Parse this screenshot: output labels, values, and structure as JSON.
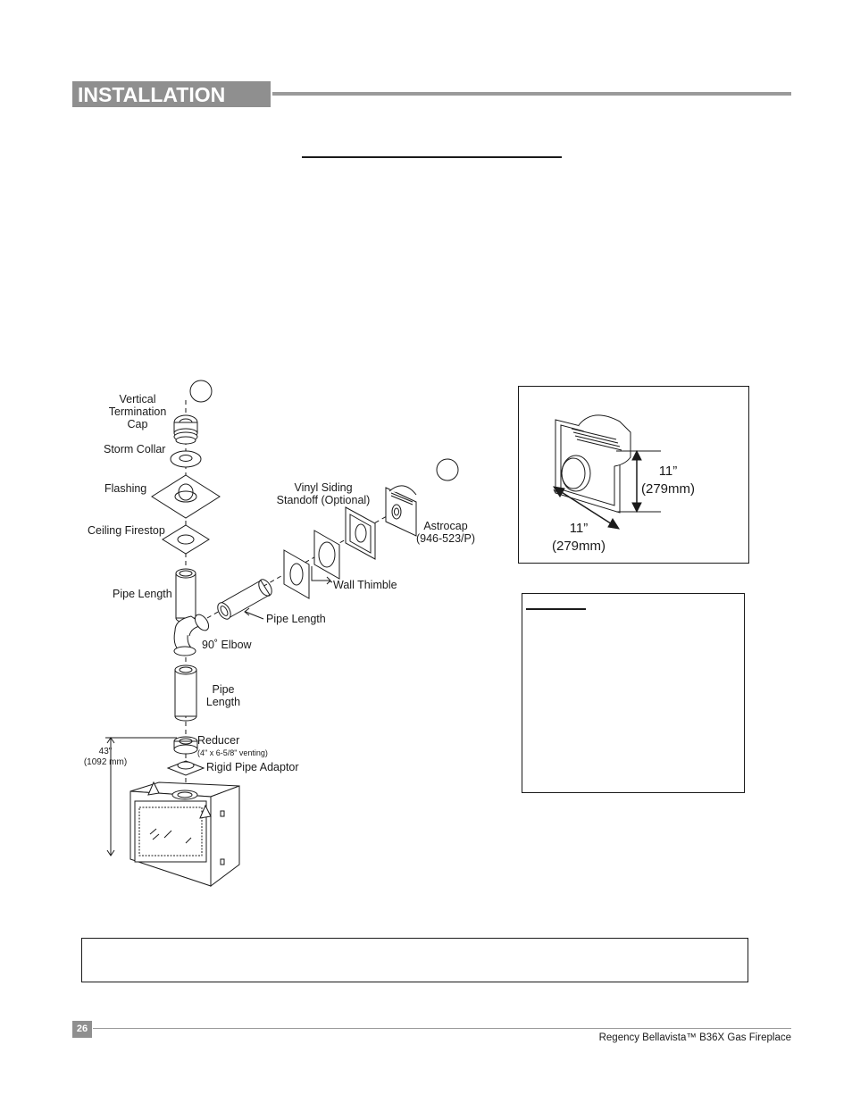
{
  "header": {
    "section_title": "INSTALLATION"
  },
  "diagram": {
    "labels": {
      "vertical_termination_cap": "Vertical\nTermination\nCap",
      "storm_collar": "Storm Collar",
      "flashing": "Flashing",
      "ceiling_firestop": "Ceiling Firestop",
      "pipe_length_upper": "Pipe Length",
      "pipe_length_horizontal": "Pipe Length",
      "elbow": "90˚ Elbow",
      "pipe_length_lower": "Pipe\nLength",
      "reducer": "Reducer",
      "reducer_note": "(4\" x 6-5/8\" venting)",
      "rigid_pipe_adaptor": "Rigid Pipe Adaptor",
      "vinyl_siding_standoff": "Vinyl Siding\nStandoff (Optional)",
      "astrocap": "Astrocap\n(946-523/P)",
      "wall_thimble": "Wall Thimble",
      "height_dim": "43\"\n(1092 mm)"
    }
  },
  "inset": {
    "dim_vertical": "11”\n(279mm)",
    "dim_horizontal": "11”\n(279mm)"
  },
  "footer": {
    "page_number": "26",
    "product": "Regency Bellavista™ B36X Gas Fireplace"
  }
}
